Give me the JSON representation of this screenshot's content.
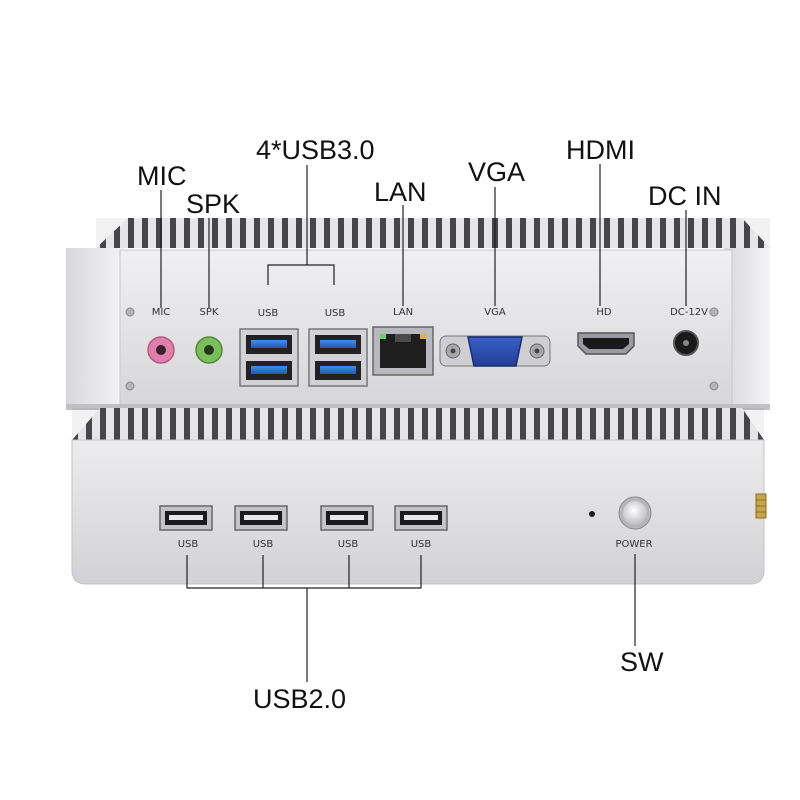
{
  "callouts": {
    "mic": "MIC",
    "spk": "SPK",
    "usb3": "4*USB3.0",
    "lan": "LAN",
    "vga": "VGA",
    "hdmi": "HDMI",
    "dc_in": "DC IN",
    "usb2": "USB2.0",
    "sw": "SW"
  },
  "rear_panel": {
    "mic": "MIC",
    "spk": "SPK",
    "usb_left": "USB",
    "usb_right": "USB",
    "lan": "LAN",
    "vga": "VGA",
    "hd": "HD",
    "dc": "DC-12V"
  },
  "front_panel": {
    "usb_1": "USB",
    "usb_2": "USB",
    "usb_3": "USB",
    "usb_4": "USB",
    "power": "POWER"
  },
  "colors": {
    "chassis": "#e4e4e6",
    "fins_dark": "#4a4a4c",
    "usb3_blue": "#2f6fd0",
    "mic_pink": "#e080a8",
    "spk_green": "#7bbf5a",
    "vga_blue": "#2c4fb0",
    "leader_line": "#222222"
  }
}
